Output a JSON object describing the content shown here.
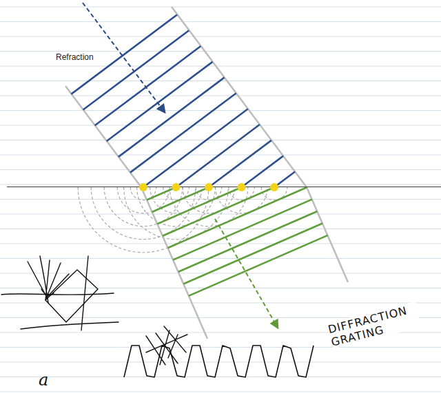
{
  "diagram": {
    "labels": [
      "Refraction",
      "DIFFRACTION GRATING",
      "a"
    ]
  }
}
